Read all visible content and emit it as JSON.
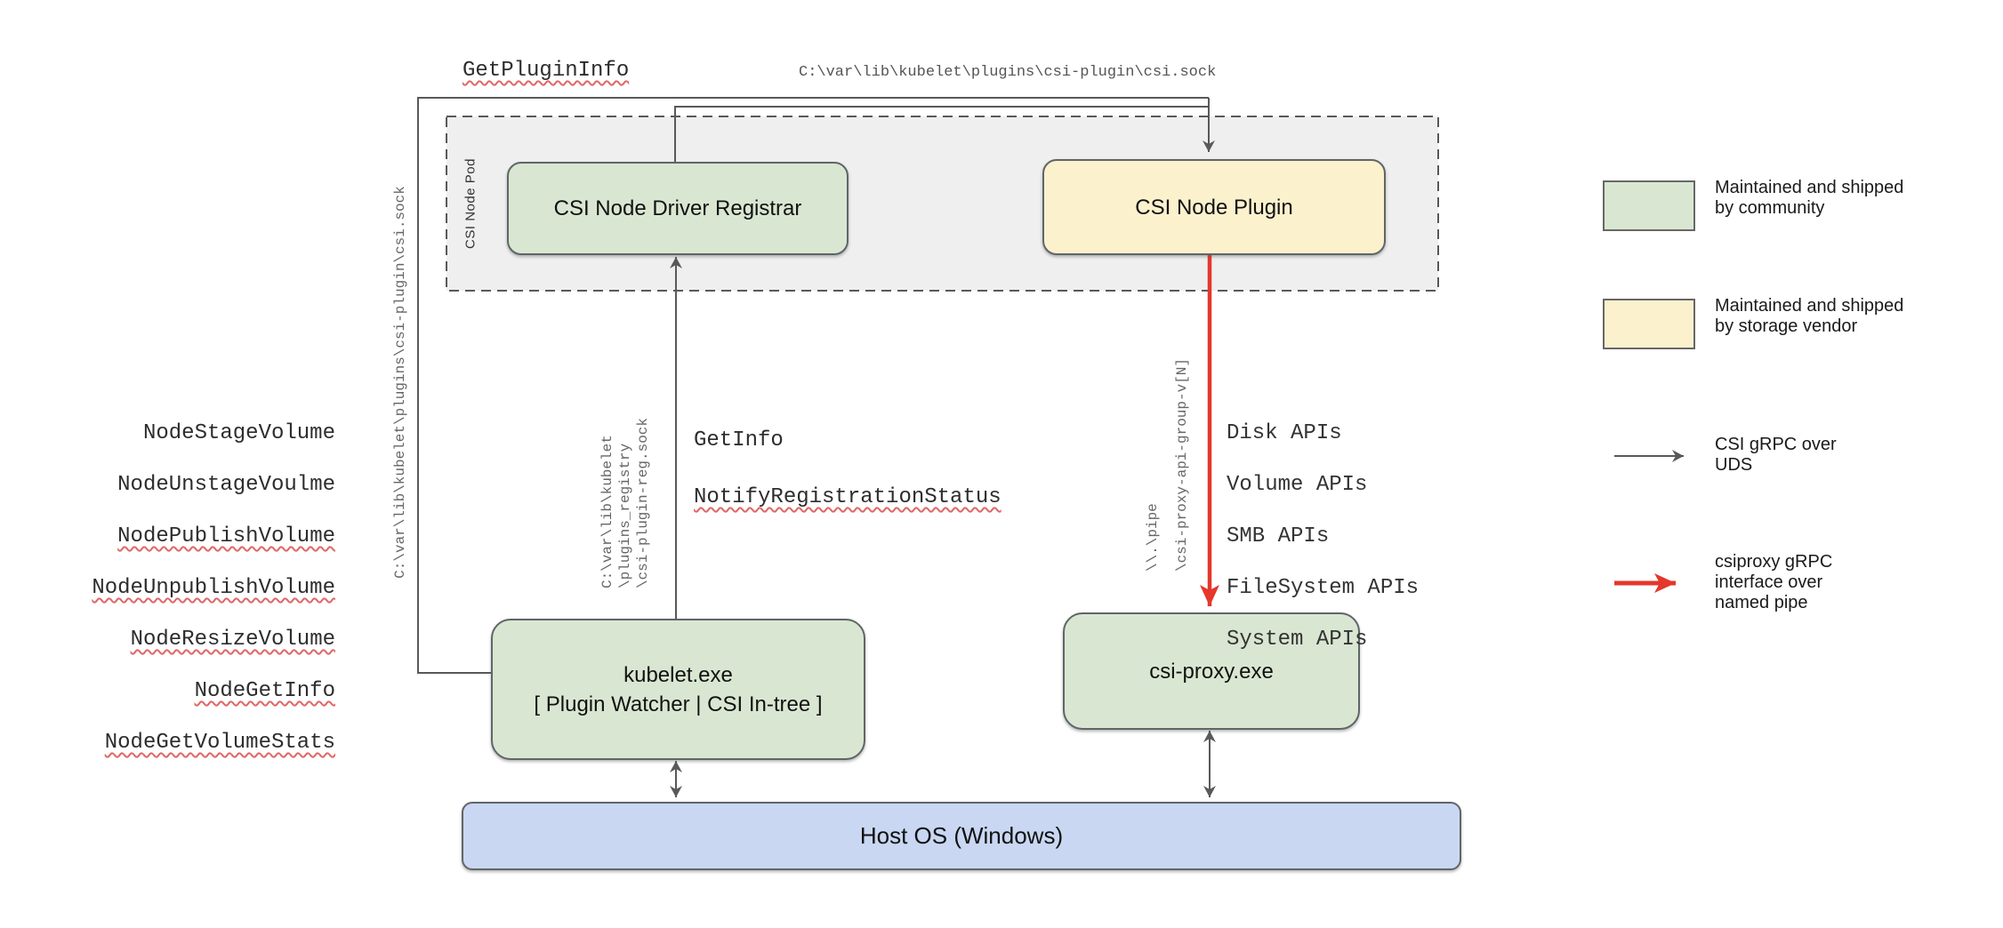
{
  "colors": {
    "community_green": "#d9e7d2",
    "vendor_yellow": "#fbf1cd",
    "host_blue": "#c9d7f2",
    "pod_gray": "#efefef",
    "line_gray": "#58595b",
    "pipe_red": "#e5372b",
    "squiggle_red": "#e06666"
  },
  "nodes": {
    "pod_label": "CSI Node Pod",
    "registrar": "CSI Node Driver Registrar",
    "plugin": "CSI Node Plugin",
    "kubelet_line1": "kubelet.exe",
    "kubelet_line2": "[ Plugin Watcher | CSI In-tree ]",
    "csi_proxy": "csi-proxy.exe",
    "host_os": "Host OS (Windows)"
  },
  "annotations": {
    "get_plugin_info": "GetPluginInfo",
    "csi_sock_path_top": "C:\\var\\lib\\kubelet\\plugins\\csi-plugin\\csi.sock",
    "csi_sock_path_left": "C:\\var\\lib\\kubelet\\plugins\\csi-plugin\\csi.sock",
    "registry_sock_path": "C:\\var\\lib\\kubelet\n\\plugins_registry\n\\csi-plugin-reg.sock",
    "named_pipe_path": "\\\\.\\pipe\n\\csi-proxy-api-group-v[N]",
    "node_calls": [
      {
        "label": "NodeStageVolume",
        "misspelled": false
      },
      {
        "label": "NodeUnstageVoulme",
        "misspelled": false
      },
      {
        "label": "NodePublishVolume",
        "misspelled": true
      },
      {
        "label": "NodeUnpublishVolume",
        "misspelled": true
      },
      {
        "label": "NodeResizeVolume",
        "misspelled": true
      },
      {
        "label": "NodeGetInfo",
        "misspelled": true
      },
      {
        "label": "NodeGetVolumeStats",
        "misspelled": true
      }
    ],
    "registration_calls": [
      {
        "label": "GetInfo",
        "misspelled": false
      },
      {
        "label": "NotifyRegistrationStatus",
        "misspelled": true
      }
    ],
    "proxy_api_groups": [
      "Disk APIs",
      "Volume APIs",
      "SMB APIs",
      "FileSystem APIs",
      "System APIs"
    ]
  },
  "legend": {
    "community": "Maintained and shipped\nby community",
    "vendor": "Maintained and shipped\nby storage vendor",
    "uds_arrow": "CSI gRPC over\nUDS",
    "pipe_arrow": "csiproxy gRPC\ninterface over\nnamed pipe"
  }
}
